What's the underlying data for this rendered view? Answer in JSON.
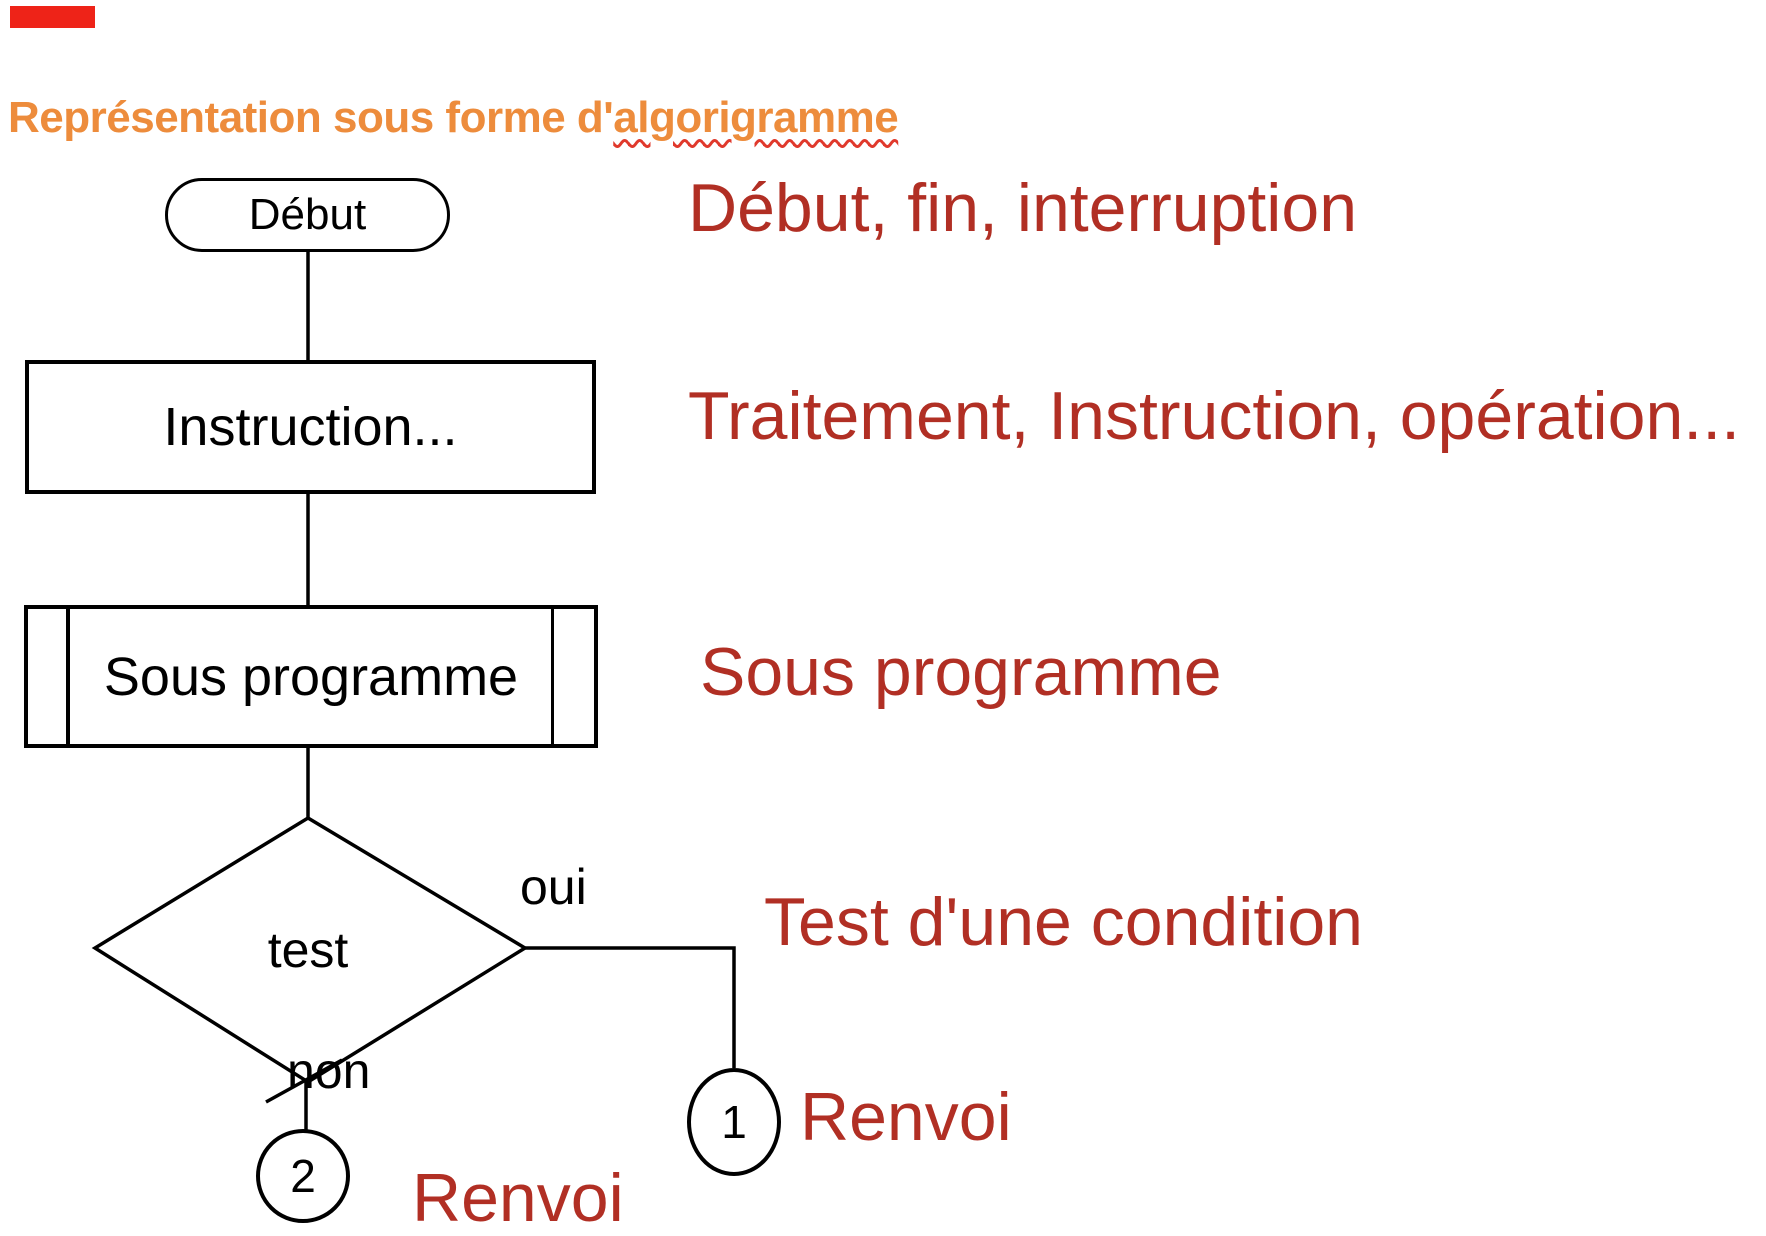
{
  "title": {
    "prefix": "Représentation sous forme d'",
    "misspelled_word": "algorigramme"
  },
  "colors": {
    "title_orange": "#ed8c3c",
    "legend_red": "#b12f24",
    "accent_bar_red": "#ee2318",
    "spellcheck_wave_red": "#e0392c",
    "flowchart_black": "#000000"
  },
  "flowchart": {
    "start_label": "Début",
    "process_label": "Instruction...",
    "subroutine_label": "Sous programme",
    "decision_label": "test",
    "branch_yes_label": "oui",
    "branch_no_label": "non",
    "connector1_label": "1",
    "connector2_label": "2"
  },
  "legend": {
    "terminator": "Début, fin, interruption",
    "process": "Traitement, Instruction, opération...",
    "subroutine": "Sous programme",
    "decision": "Test d'une condition",
    "connector1": "Renvoi",
    "connector2": "Renvoi"
  }
}
